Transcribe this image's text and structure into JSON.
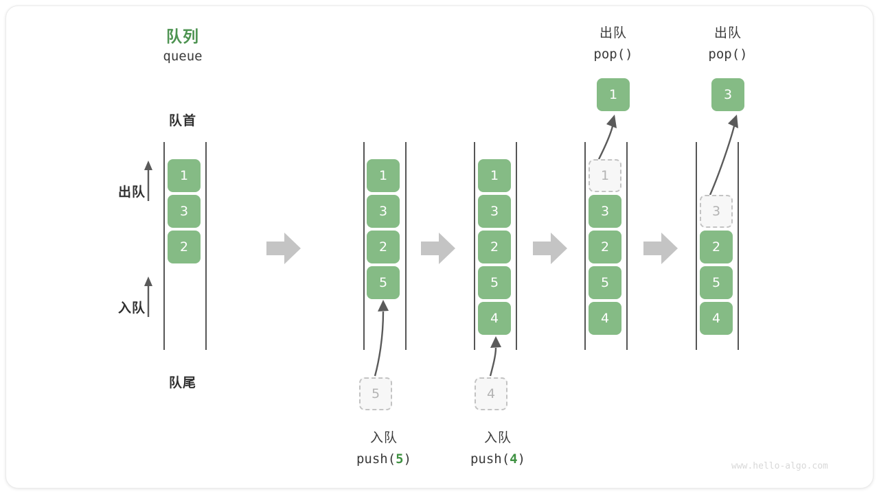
{
  "watermark": "www.hello-algo.com",
  "header": {
    "title_cn": "队列",
    "title_en": "queue"
  },
  "labels": {
    "front": "队首",
    "rear": "队尾",
    "dequeue": "出队",
    "enqueue": "入队"
  },
  "steps": [
    {
      "id": "initial",
      "kind": "initial",
      "cells": [
        "1",
        "3",
        "2"
      ],
      "slots": [
        0,
        1,
        2
      ],
      "ghost_index": null
    },
    {
      "id": "push-5",
      "kind": "push",
      "cells": [
        "1",
        "3",
        "2",
        "5"
      ],
      "slots": [
        0,
        1,
        2,
        3
      ],
      "incoming_value": "5",
      "caption_cn": "入队",
      "caption_code_pre": "push(",
      "caption_code_num": "5",
      "caption_code_post": ")"
    },
    {
      "id": "push-4",
      "kind": "push",
      "cells": [
        "1",
        "3",
        "2",
        "5",
        "4"
      ],
      "slots": [
        0,
        1,
        2,
        3,
        4
      ],
      "incoming_value": "4",
      "caption_cn": "入队",
      "caption_code_pre": "push(",
      "caption_code_num": "4",
      "caption_code_post": ")"
    },
    {
      "id": "pop-1",
      "kind": "pop",
      "cells": [
        "3",
        "2",
        "5",
        "4"
      ],
      "slots": [
        1,
        2,
        3,
        4
      ],
      "ghost_value": "1",
      "ghost_slot": 0,
      "popped_value": "1",
      "caption_cn": "出队",
      "caption_code": "pop()"
    },
    {
      "id": "pop-3",
      "kind": "pop",
      "cells": [
        "2",
        "5",
        "4"
      ],
      "slots": [
        2,
        3,
        4
      ],
      "ghost_value": "3",
      "ghost_slot": 1,
      "popped_value": "3",
      "caption_cn": "出队",
      "caption_code": "pop()"
    }
  ],
  "colors": {
    "accent_green": "#85bb85",
    "title_green": "#4d9351",
    "ghost_border": "#c3c3c3",
    "rail": "#555555",
    "step_arrow": "#c4c4c4"
  }
}
